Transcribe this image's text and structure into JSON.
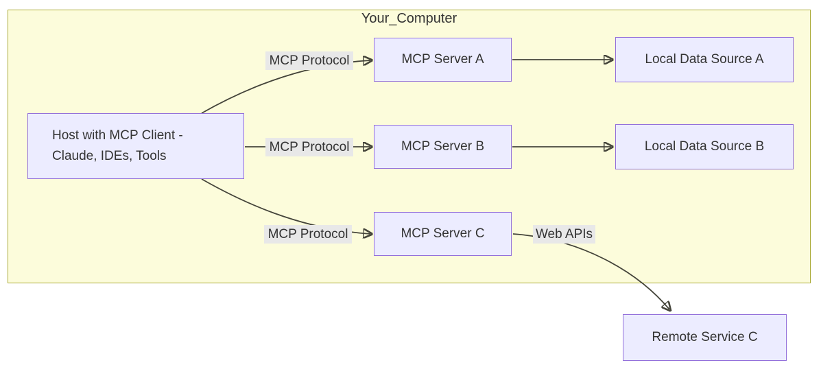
{
  "cluster": {
    "title": "Your_Computer"
  },
  "nodes": {
    "host": {
      "line1": "Host with MCP Client -",
      "line2": "Claude, IDEs, Tools"
    },
    "server_a": {
      "label": "MCP Server A"
    },
    "server_b": {
      "label": "MCP Server B"
    },
    "server_c": {
      "label": "MCP Server C"
    },
    "local_a": {
      "label": "Local Data Source A"
    },
    "local_b": {
      "label": "Local Data Source B"
    },
    "remote_c": {
      "label": "Remote Service C"
    }
  },
  "edges": {
    "host_to_server_a": {
      "label": "MCP Protocol"
    },
    "host_to_server_b": {
      "label": "MCP Protocol"
    },
    "host_to_server_c": {
      "label": "MCP Protocol"
    },
    "server_a_to_local_a": {
      "label": ""
    },
    "server_b_to_local_b": {
      "label": ""
    },
    "server_c_to_remote": {
      "label": "Web APIs"
    }
  },
  "colors": {
    "cluster_fill": "#fcfcdb",
    "cluster_border": "#aaaa33",
    "node_fill": "#ececff",
    "node_border": "#9370db",
    "edge_label_bg": "#e8e8e8",
    "line": "#44443a",
    "text": "#333333"
  }
}
